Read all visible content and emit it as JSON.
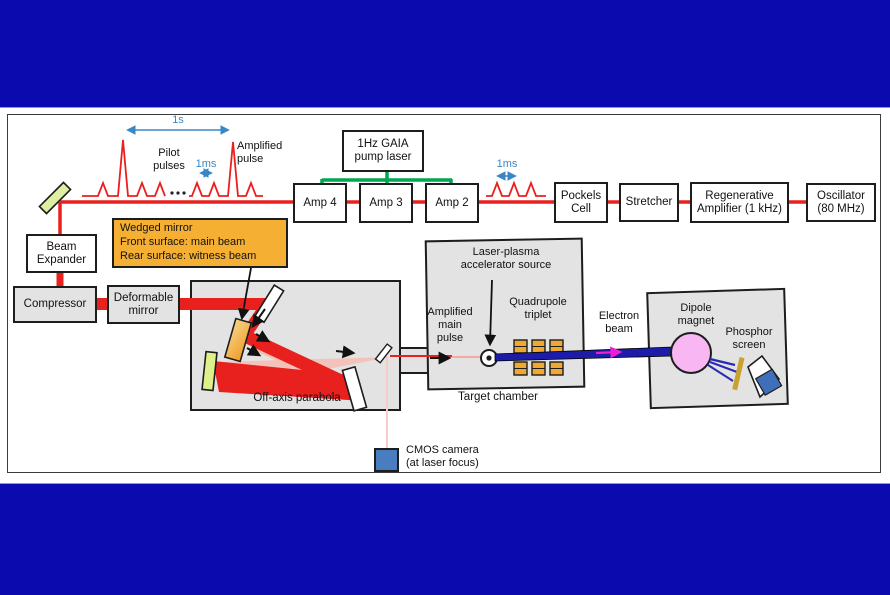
{
  "figure": {
    "type": "laser-plasma accelerator beamline schematic"
  },
  "colors": {
    "background_blue": "#0A0AAE",
    "panel_white": "#FFFFFF",
    "chamber_gray": "#E3E3E3",
    "beam_red": "#E8201E",
    "witness_pink": "#F6BDB4",
    "timing_label_blue": "#3A87C8",
    "pump_line_green": "#00A651",
    "callout_orange": "#F5AF33",
    "wedge_orange": "#EE9C28",
    "pale_green_mirror": "#DDF08A",
    "electron_beam_navy": "#1C1CA8",
    "beam_arrow_magenta": "#EA1FD2",
    "dipole_pink": "#F8B6F2",
    "quadrupole_gold": "#F0A830",
    "phosphor_gold": "#C8A22C",
    "camera_blue": "#3E6FB8",
    "cmos_blue": "#4A7CC0"
  },
  "pulse_diagram": {
    "span_label": "1s",
    "interval_label_left": "1ms",
    "pilot_label": "Pilot\npulses",
    "amplified_label": "Amplified\npulse",
    "interval_label_right": "1ms"
  },
  "chain": {
    "pump_laser": "1Hz GAIA\npump laser",
    "amp4": "Amp 4",
    "amp3": "Amp 3",
    "amp2": "Amp 2",
    "pockels": "Pockels\nCell",
    "stretcher": "Stretcher",
    "regen": "Regenerative\nAmplifier (1 kHz)",
    "oscillator": "Oscillator\n(80 MHz)"
  },
  "frontend": {
    "beam_expander": "Beam\nExpander",
    "compressor": "Compressor",
    "deformable_mirror": "Deformable\nmirror"
  },
  "callout_text": "Wedged mirror\nFront surface: main beam\nRear surface: witness beam",
  "chambers": {
    "off_axis_parabola": "Off-axis parabola",
    "amplified_main_pulse": "Amplified\nmain\npulse",
    "accelerator_source": "Laser-plasma\naccelerator source",
    "quadrupole": "Quadrupole\ntriplet",
    "target_chamber": "Target chamber",
    "electron_beam": "Electron\nbeam",
    "dipole_magnet": "Dipole\nmagnet",
    "phosphor_screen": "Phosphor\nscreen",
    "cmos_camera": "CMOS camera\n(at laser focus)"
  }
}
